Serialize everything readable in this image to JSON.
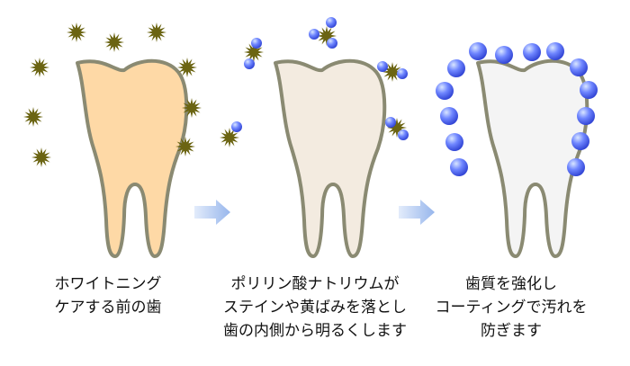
{
  "colors": {
    "outline": "#8a8a72",
    "tooth1_fill": "#fed9a6",
    "tooth2_fill": "#f3ebe0",
    "tooth3_fill": "#f4f4f4",
    "stain": "#6b6412",
    "arrow": "#a9c3ee",
    "sphere": "#4d63f0"
  },
  "panels": [
    {
      "name": "before-whitening",
      "caption_lines": [
        "ホワイトニング",
        "ケアする前の歯"
      ]
    },
    {
      "name": "stain-removal",
      "caption_lines": [
        "ポリリン酸ナトリウムが",
        "ステインや黄ばみを落とし",
        "歯の内側から明るくします"
      ]
    },
    {
      "name": "coating",
      "caption_lines": [
        "歯質を強化し",
        "コーティングで汚れを",
        "防ぎます"
      ]
    }
  ]
}
